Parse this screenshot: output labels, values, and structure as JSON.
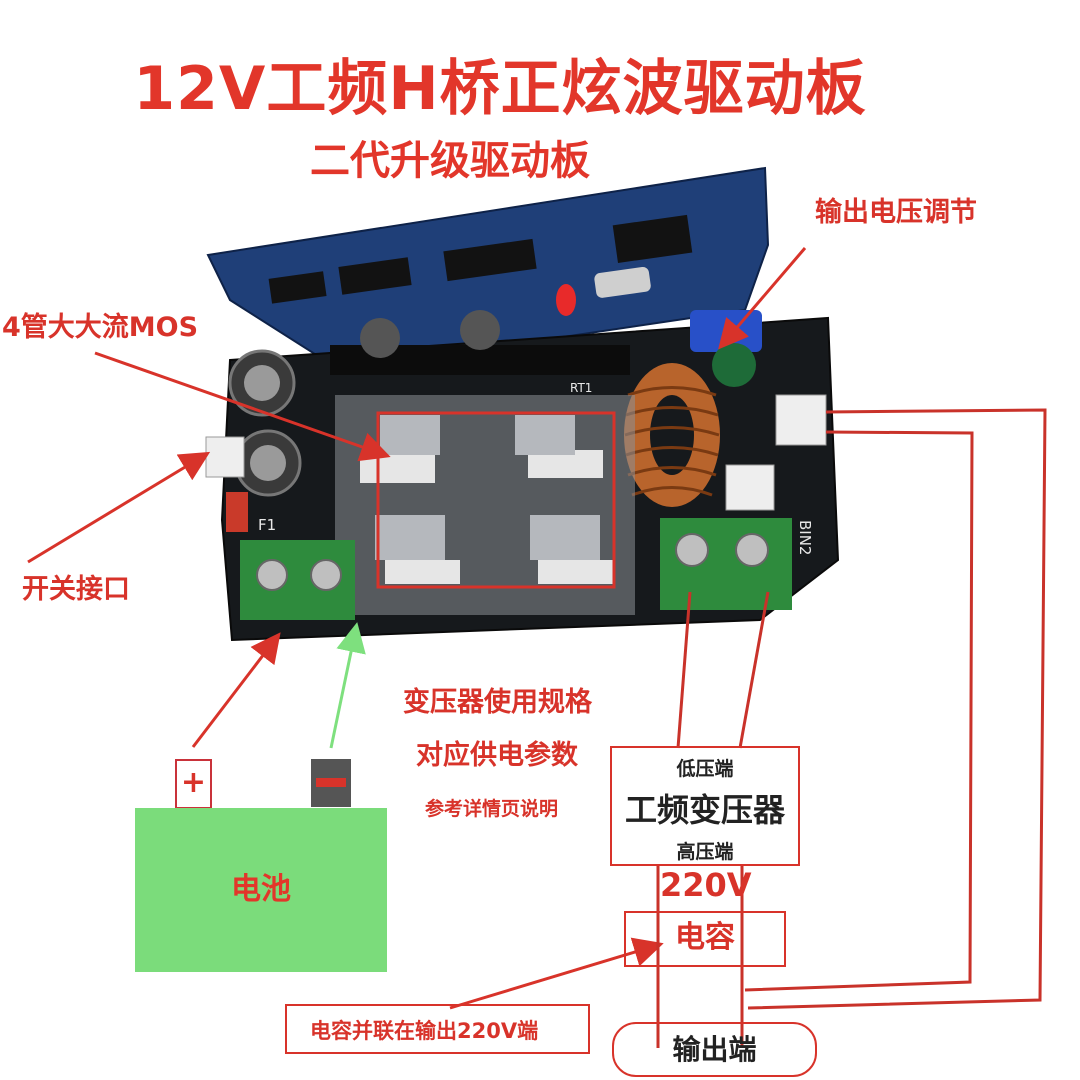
{
  "title": "12V工频H桥正炫波驱动板",
  "subtitle": "二代升级驱动板",
  "labels": {
    "output_voltage_adjust": "输出电压调节",
    "four_mos": "4管大大流MOS",
    "switch_port": "开关接口",
    "transformer_spec_1": "变压器使用规格",
    "transformer_spec_2": "对应供电参数",
    "transformer_spec_3": "参考详情页说明",
    "voltage_220v": "220V",
    "capacitor_parallel_note": "电容并联在输出220V端"
  },
  "transformer": {
    "low_voltage": "低压端",
    "name": "工频变压器",
    "high_voltage": "高压端"
  },
  "capacitor": "电容",
  "output": "输出端",
  "battery": {
    "label": "电池",
    "plus": "+"
  },
  "board": {
    "silkscreen_f1": "F1",
    "silkscreen_rt1": "RT1",
    "silkscreen_bin2": "BIN2"
  },
  "colors": {
    "annotation_red": "#d8332a",
    "battery_green": "#7bdc7b",
    "pcb_dark": "#16191c",
    "pcb_blue": "#1f3f78",
    "terminal_green": "#2e8b3d"
  }
}
